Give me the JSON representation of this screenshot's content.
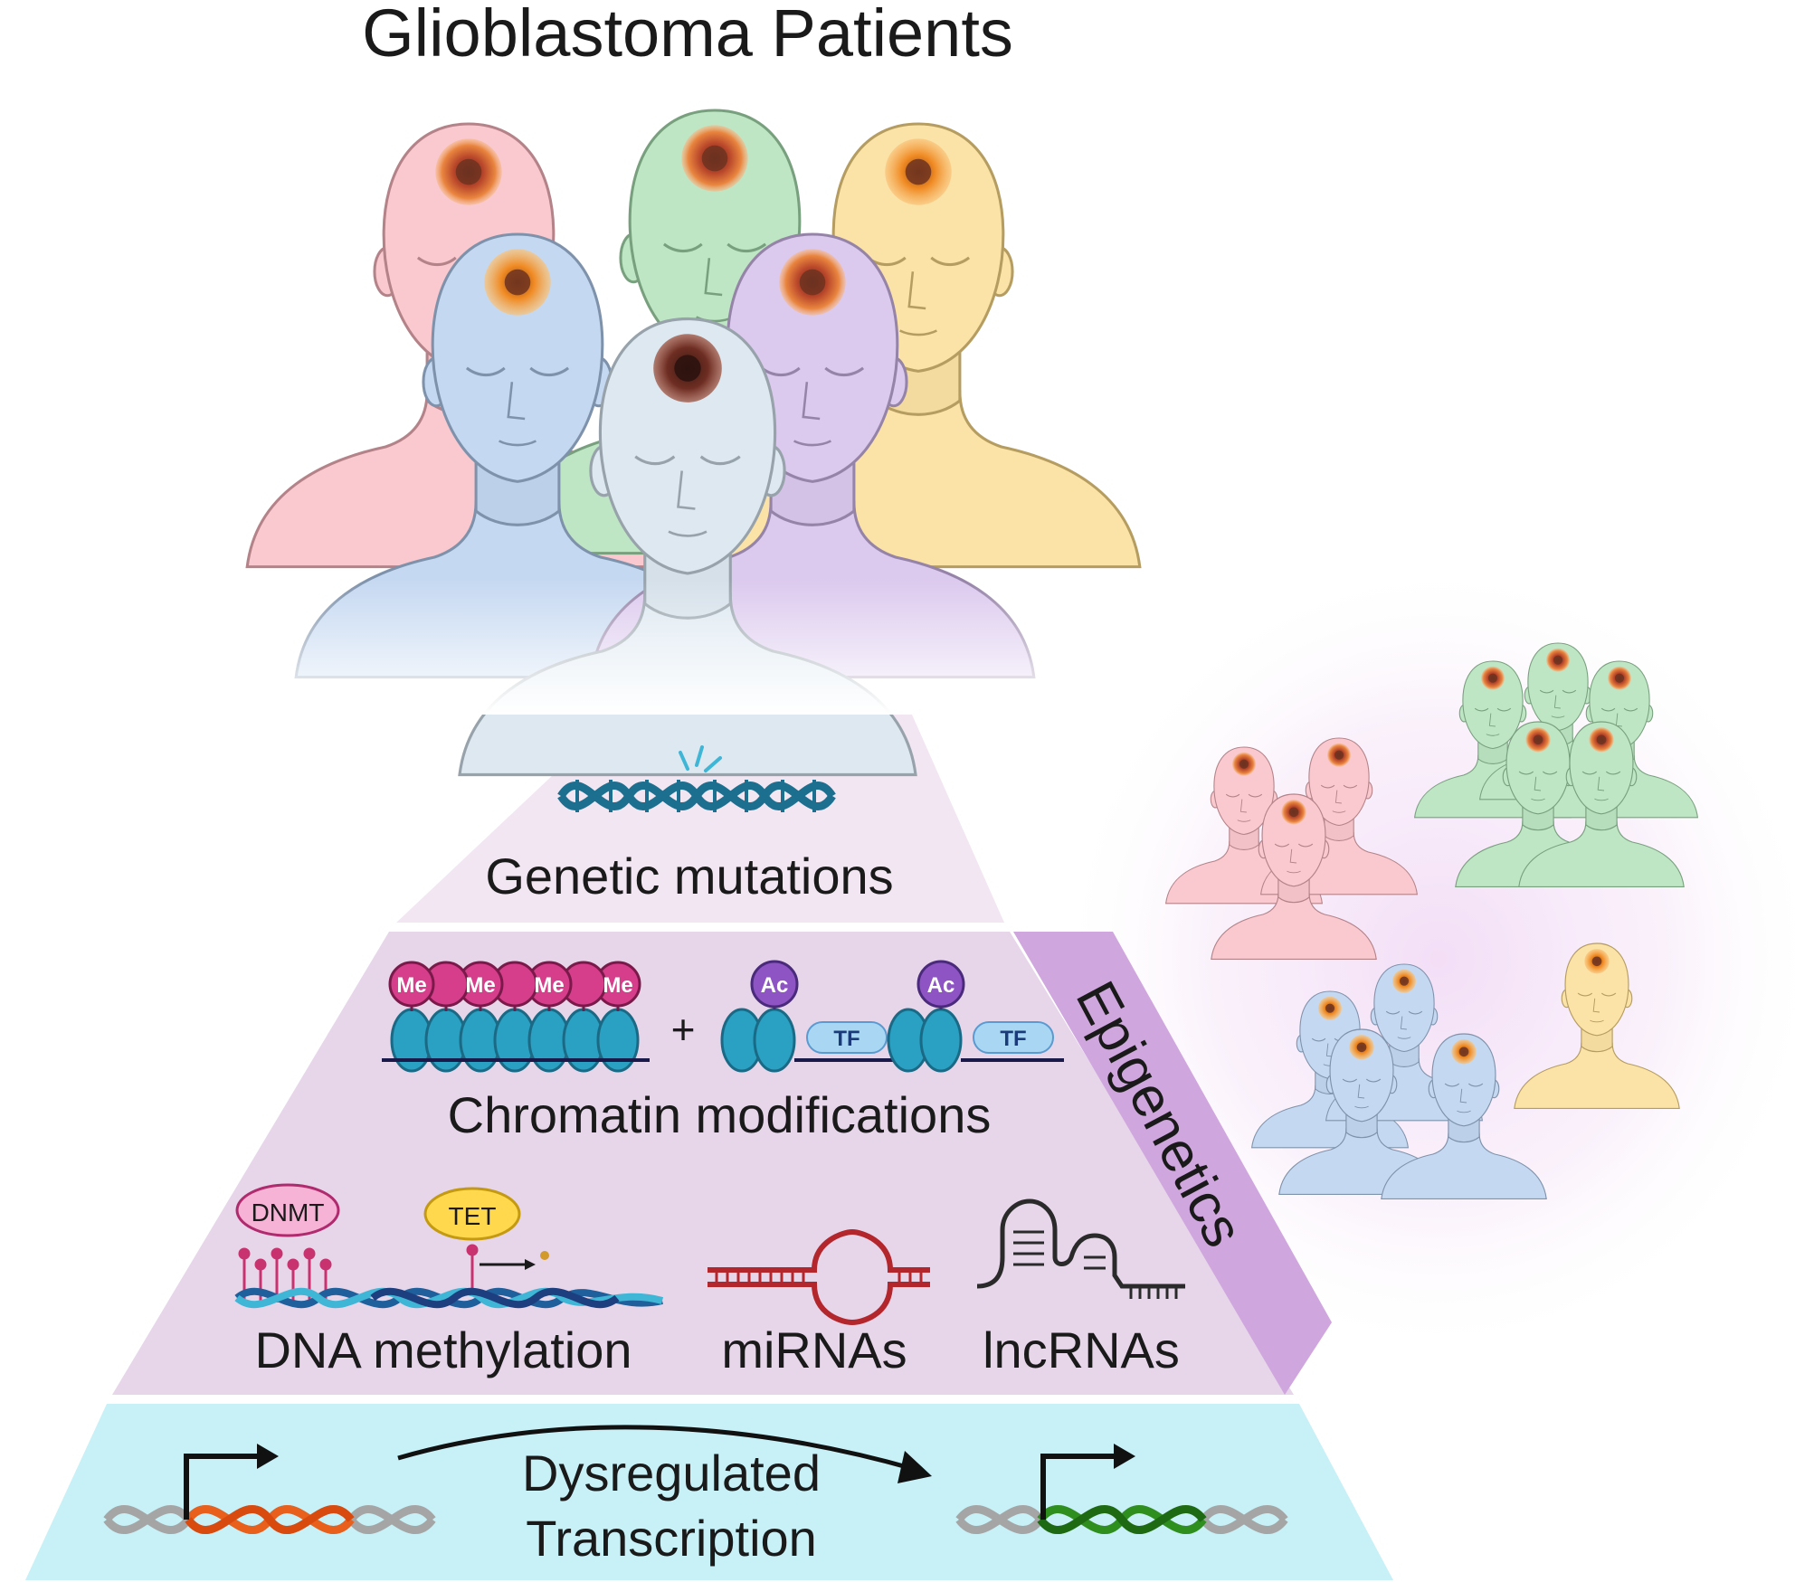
{
  "title": "Glioblastoma Patients",
  "tiers": {
    "genetic": {
      "label": "Genetic mutations"
    },
    "chromatin": {
      "label": "Chromatin modifications",
      "plus": "+"
    },
    "dna_methylation": {
      "label": "DNA methylation"
    },
    "mirnas": {
      "label": "miRNAs"
    },
    "lncrnas": {
      "label": "lncRNAs"
    },
    "transcription": {
      "line1": "Dysregulated",
      "line2": "Transcription"
    }
  },
  "side_banner": {
    "label": "Epigenetics"
  },
  "marks": {
    "methyl": "Me",
    "acetyl": "Ac",
    "transcription_factor": "TF",
    "dnmt": "DNMT",
    "tet": "TET"
  },
  "colors": {
    "patient_pink": "#f9c9cf",
    "patient_green": "#bfe6c4",
    "patient_yellow": "#fbe2a6",
    "patient_blue": "#c5d8f1",
    "patient_purple": "#dcc9ee",
    "patient_pale": "#dde8f1",
    "pyramid_top": "#f1e6f2",
    "pyramid_mid": "#e7d5ea",
    "banner": "#cfa6dd",
    "transcription_band": "#c7f1f7",
    "dna_teal": "#1d6f8f",
    "methyl_pink": "#d63d8a",
    "acetyl_purple": "#8e54c4",
    "nucleosome": "#2aa0c2",
    "tf_blue": "#a9d7f3",
    "mirna_red": "#b3262b",
    "gene_orange": "#e8601c",
    "gene_green": "#2f8f1e"
  }
}
